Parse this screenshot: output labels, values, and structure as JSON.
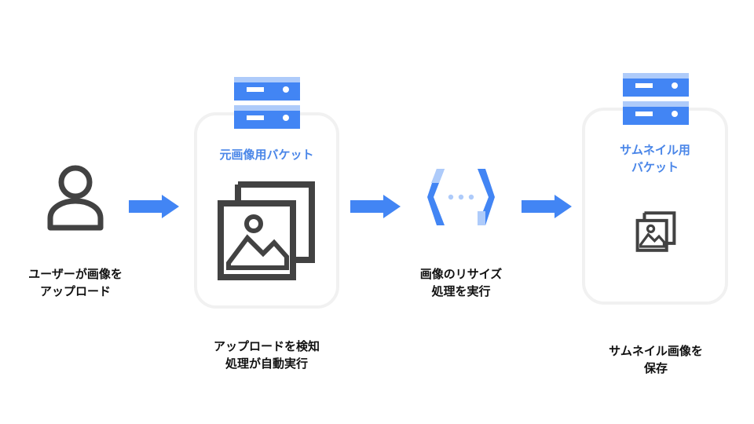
{
  "user": {
    "label_line1": "ユーザーが画像を",
    "label_line2": "アップロード"
  },
  "source_bucket": {
    "title": "元画像用バケット",
    "caption_line1": "アップロードを検知",
    "caption_line2": "処理が自動実行"
  },
  "function": {
    "label_line1": "画像のリサイズ",
    "label_line2": "処理を実行"
  },
  "thumb_bucket": {
    "title_line1": "サムネイル用",
    "title_line2": "バケット",
    "caption_line1": "サムネイル画像を",
    "caption_line2": "保存"
  },
  "colors": {
    "accent_blue": "#4285f4",
    "light_blue": "#aecbfa",
    "title_blue": "#4a86e8",
    "icon_gray": "#424242",
    "card_border": "#f1f1f1"
  },
  "icons": {
    "user": "person-outline-icon",
    "server": "server-stack-icon",
    "images": "image-gallery-icon",
    "function": "cloud-function-icon",
    "arrow": "right-arrow-icon"
  }
}
